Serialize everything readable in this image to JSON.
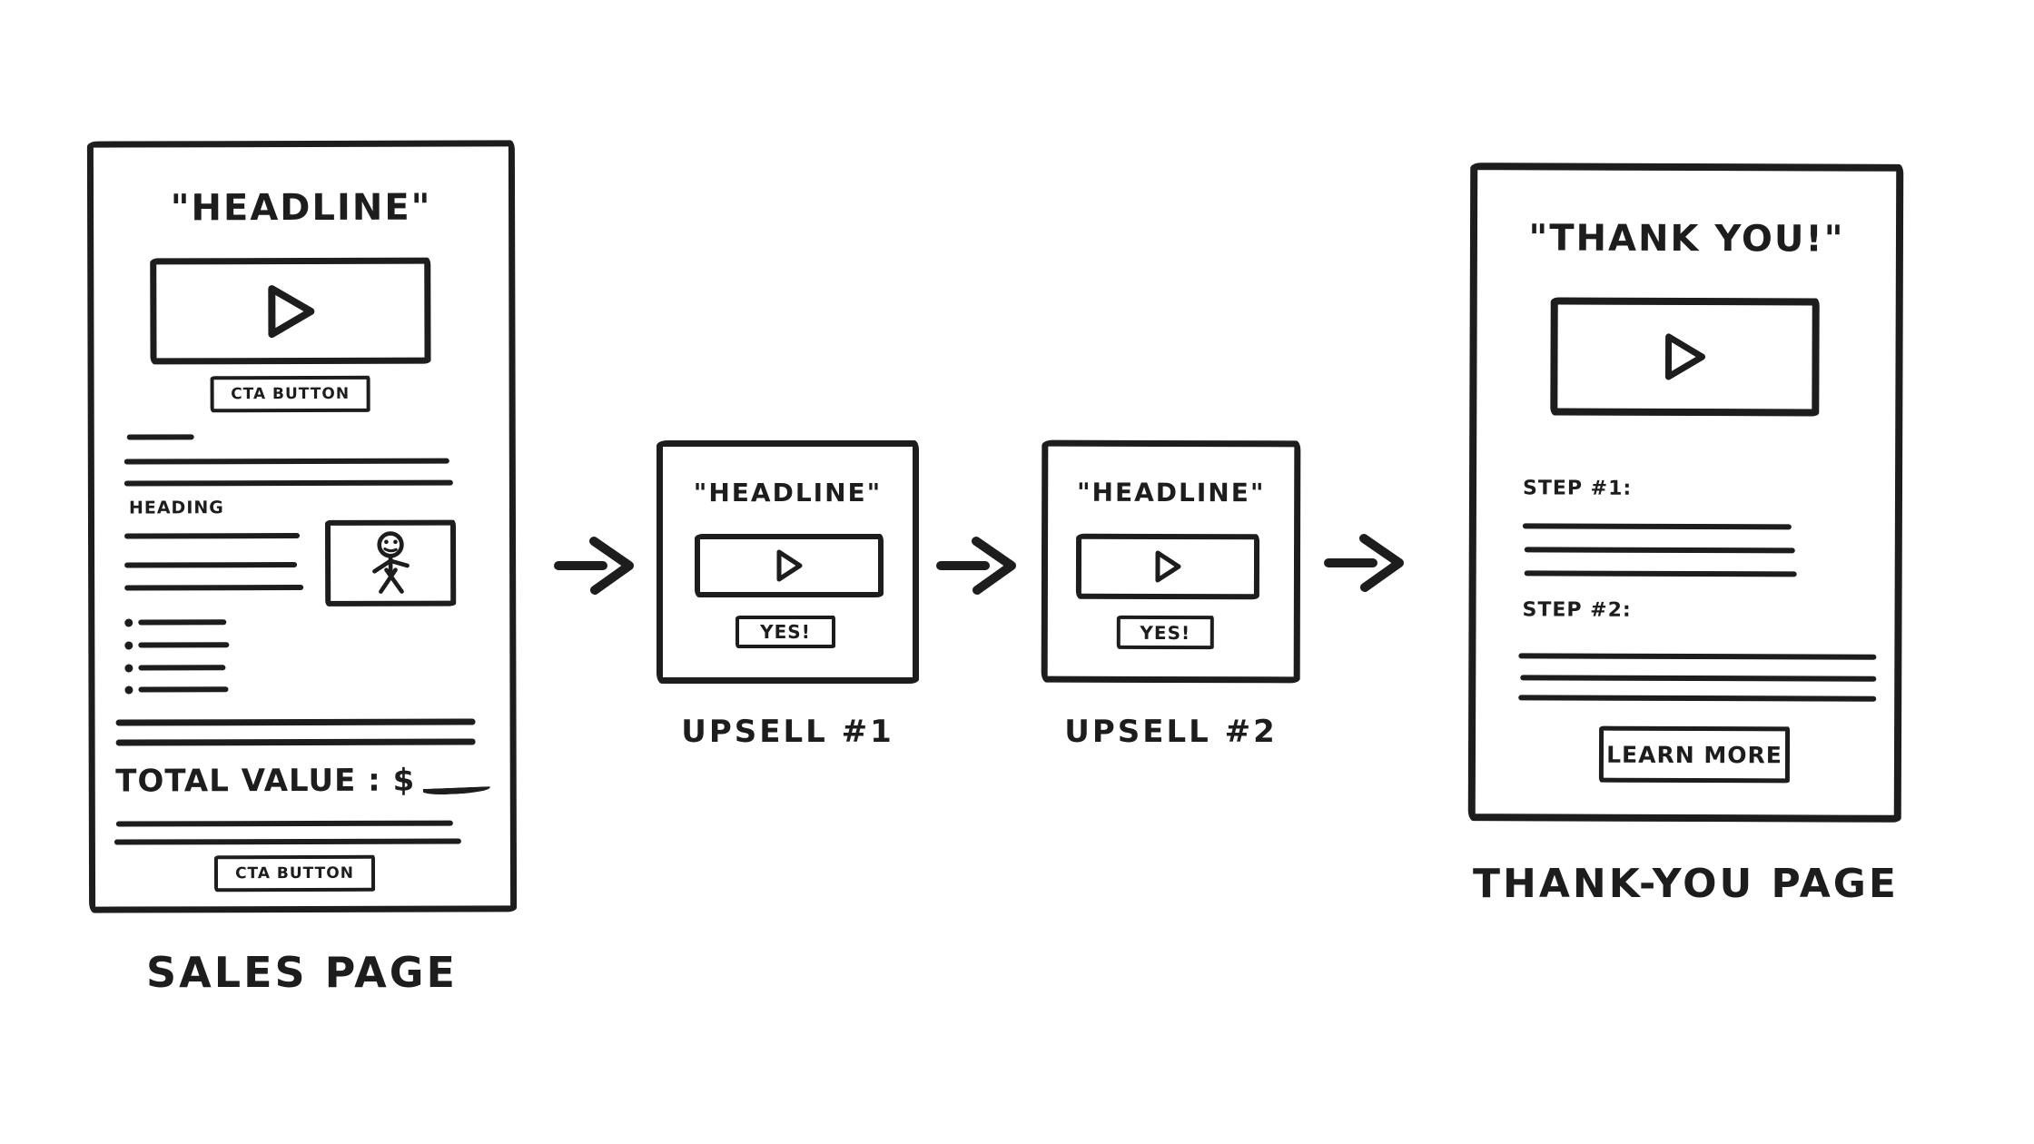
{
  "canvas": {
    "background": "#ffffff",
    "ink": "#1d1d1d"
  },
  "sales_page": {
    "headline": "\"HEADLINE\"",
    "cta_top": "CTA BUTTON",
    "heading": "HEADING",
    "total_value_label": "TOTAL VALUE : $",
    "cta_bottom": "CTA BUTTON",
    "label": "SALES PAGE"
  },
  "upsell_1": {
    "headline": "\"HEADLINE\"",
    "yes_button": "YES!",
    "label": "UPSELL #1"
  },
  "upsell_2": {
    "headline": "\"HEADLINE\"",
    "yes_button": "YES!",
    "label": "UPSELL #2"
  },
  "thank_you_page": {
    "headline": "\"THANK YOU!\"",
    "step_1": "STEP #1:",
    "step_2": "STEP #2:",
    "learn_more_button": "LEARN MORE",
    "label": "THANK-YOU PAGE"
  },
  "icons": {
    "play": "play-icon",
    "person": "person-icon",
    "arrow": "arrow-right-icon"
  }
}
